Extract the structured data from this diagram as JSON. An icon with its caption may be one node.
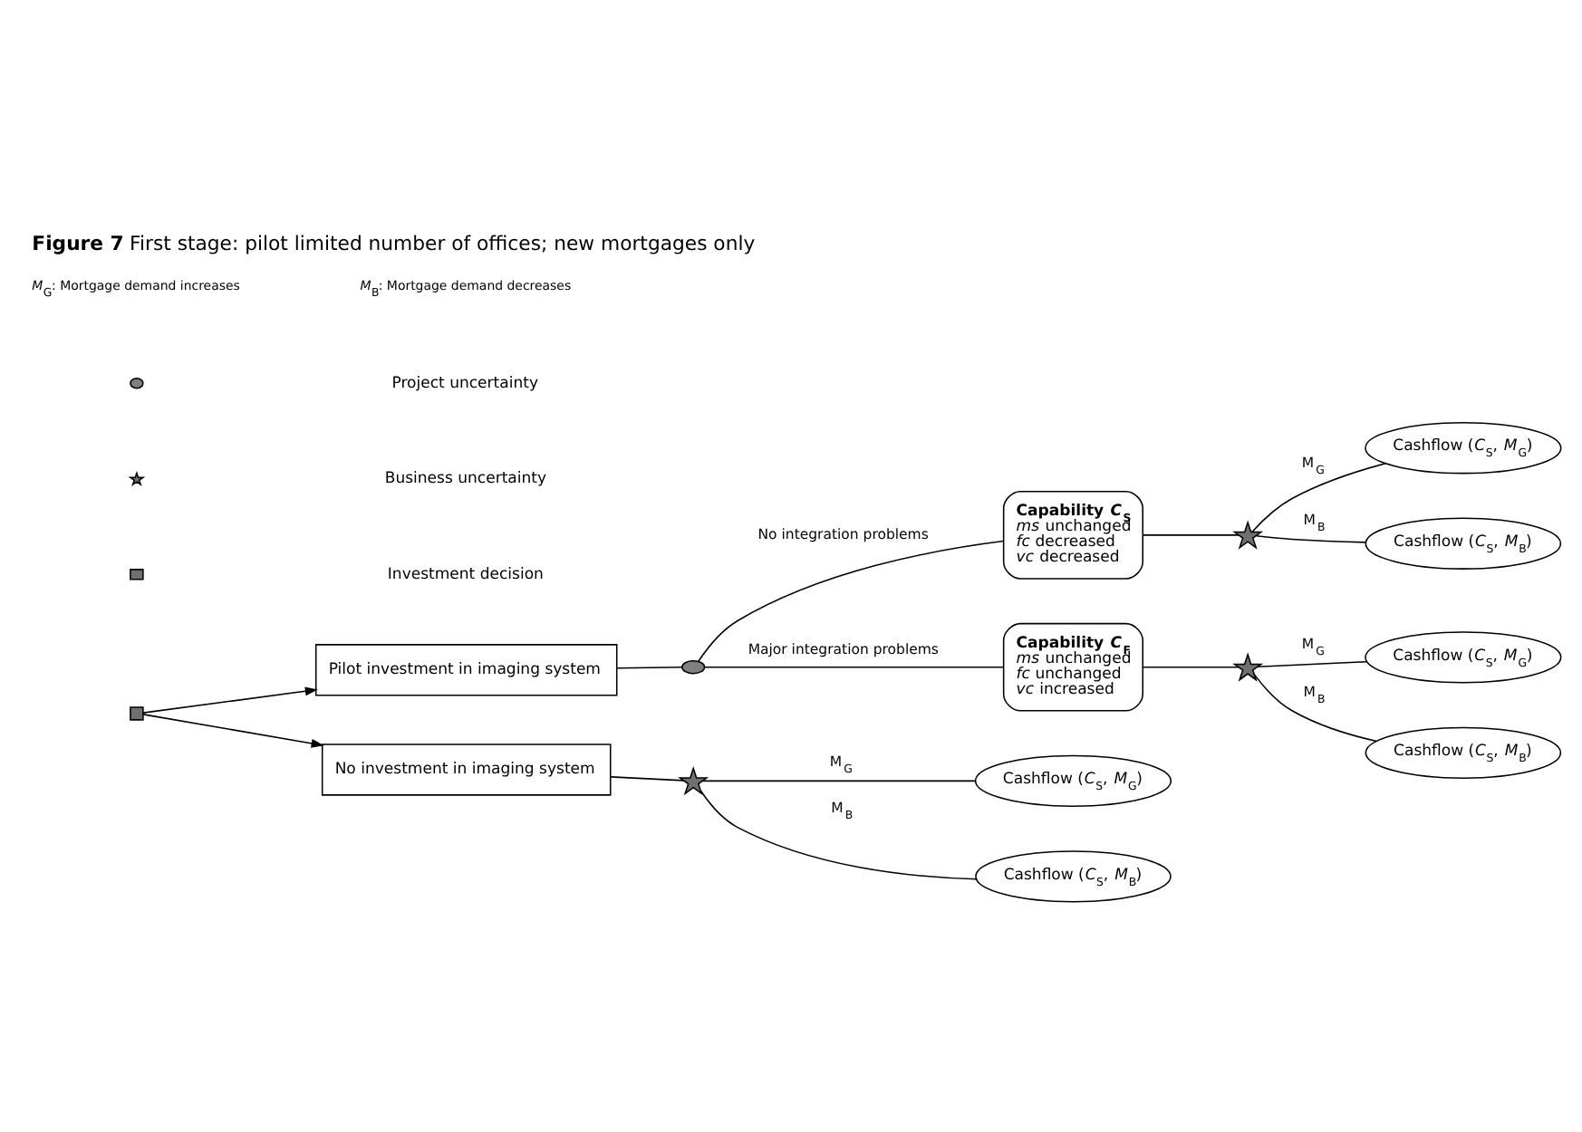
{
  "diagram": {
    "title": "**Figure 7** First stage: pilot limited number of offices; new mortgages only",
    "nodes": [
      {
        "text": [],
        "shape": "box"
      },
      {
        "text": [
          "Pilot investment in imaging system"
        ]
      },
      {
        "text": [
          "No investment in imaging system"
        ]
      },
      {
        "text": [],
        "shape": "ellipse"
      },
      {
        "text": [
          "Capability *C*$_{S}$",
          "*ms* unchanged",
          "*fc* decreased",
          "*vc* decreased"
        ]
      },
      {
        "text": [],
        "shape": "star"
      },
      {
        "text": [
          "Cashflow (*C*$_{S}$, *M*$_{G}$)"
        ]
      },
      {
        "text": [
          "Cashflow (*C*$_{S}$, *M*$_{B}$)"
        ]
      },
      {
        "text": [
          "Capability *C*$_{F}$",
          "*ms* unchanged",
          "*fc* unchanged",
          "*vc* increased"
        ]
      },
      {
        "text": [],
        "shape": "star"
      },
      {
        "text": [
          "Cashflow (*C*$_{S}$, *M*$_{G}$)"
        ]
      },
      {
        "text": [
          "Cashflow (*C*$_{S}$, *M*$_{B}$)"
        ]
      },
      {
        "text": [],
        "shape": "star"
      },
      {
        "text": [
          "Cashflow (*C*$_{S}$, *M*$_{G}$)"
        ]
      },
      {
        "text": [
          "Cashflow (*C*$_{S}$, *M*$_{B}$)"
        ]
      }
    ],
    "edges": [
      {
        "from": 0,
        "to": 1,
        "arrow": "to"
      },
      {
        "from": 0,
        "to": 2,
        "arrow": "to"
      },
      {
        "from": 1,
        "to": 3,
        "arrow": "none"
      },
      {
        "from": 3,
        "to": 4,
        "arrow": "none",
        "label": "No integration problems"
      },
      {
        "from": 3,
        "to": 8,
        "arrow": "none",
        "label": "Major integration problems"
      },
      {
        "from": 4,
        "to": 5,
        "arrow": "none"
      },
      {
        "from": 5,
        "to": 6,
        "arrow": "none",
        "label": "M$_{G}$"
      },
      {
        "from": 5,
        "to": 7,
        "arrow": "none",
        "label": "M$_{B}$"
      },
      {
        "from": 8,
        "to": 9,
        "arrow": "none"
      },
      {
        "from": 9,
        "to": 10,
        "arrow": "none",
        "label": "M$_{G}$"
      },
      {
        "from": 9,
        "to": 11,
        "arrow": "none",
        "label": "M$_{B}$"
      },
      {
        "from": 2,
        "to": 12,
        "arrow": "none"
      },
      {
        "from": 12,
        "to": 13,
        "arrow": "none",
        "label": "M$_{G}$"
      },
      {
        "from": 12,
        "to": 14,
        "arrow": "none",
        "label": "M$_{B}$"
      }
    ],
    "labels": [
      "*M*$_{G}$: Mortgage demand increases",
      "*M*$_{B}$: Mortgage demand decreases"
    ],
    "legend": [
      {
        "text": "Project uncertainty"
      },
      {
        "text": "Business uncertainty"
      },
      {
        "text": "Investment decision"
      }
    ]
  }
}
